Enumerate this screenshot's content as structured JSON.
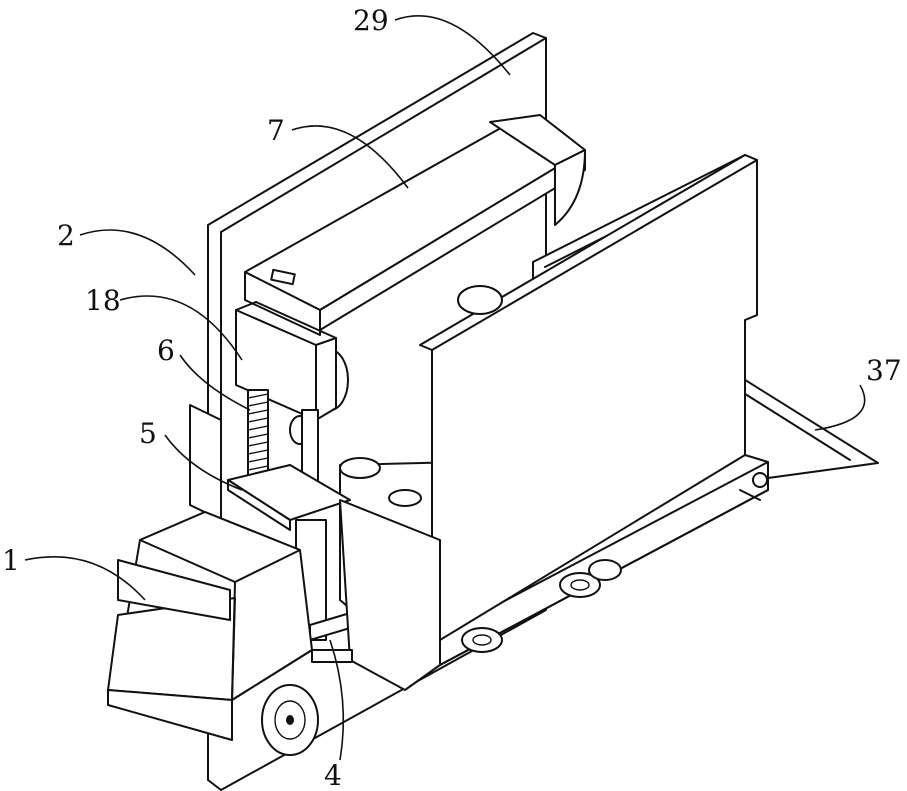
{
  "figure": {
    "labels": [
      {
        "id": "29",
        "text": "29"
      },
      {
        "id": "7",
        "text": "7"
      },
      {
        "id": "2",
        "text": "2"
      },
      {
        "id": "18",
        "text": "18"
      },
      {
        "id": "6",
        "text": "6"
      },
      {
        "id": "5",
        "text": "5"
      },
      {
        "id": "1",
        "text": "1"
      },
      {
        "id": "4",
        "text": "4"
      },
      {
        "id": "37",
        "text": "37"
      }
    ]
  }
}
